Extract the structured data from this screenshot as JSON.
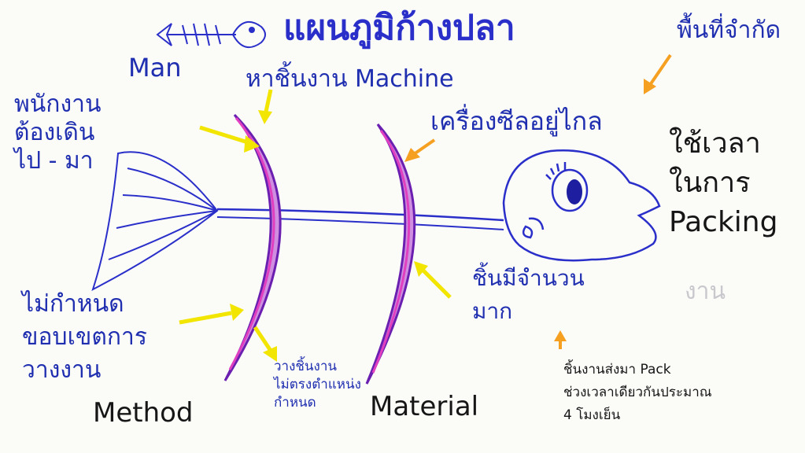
{
  "title": "แผนภูมิก้างปลา",
  "categories": {
    "man": {
      "label": "Man",
      "note_lines": [
        "พนักงาน",
        "ต้องเดิน",
        "ไป - มา"
      ]
    },
    "machine": {
      "label": "หาชิ้นงาน Machine",
      "note": "เครื่องซีลอยู่ไกล"
    },
    "method": {
      "label": "Method",
      "note_lines": [
        "ไม่กำหนด",
        "ขอบเขตการ",
        "วางงาน"
      ]
    },
    "material": {
      "label": "Material",
      "note_lines": [
        "ชิ้นมีจำนวน",
        "มาก"
      ]
    }
  },
  "area_note": "พื้นที่จำกัด",
  "problem_lines": [
    "ใช้เวลา",
    "ในการ",
    "Packing"
  ],
  "faded_text": "งาน",
  "place_note_lines": [
    "วางชิ้นงาน",
    "ไม่ตรงตำแหน่ง",
    "กำหนด"
  ],
  "pack_note_lines": [
    "ชิ้นงานส่งมา Pack",
    "ช่วงเวลาเดียวกันประมาณ",
    "4 โมงเย็น"
  ],
  "colors": {
    "ink_blue": "#1f2fb0",
    "bone_purple": "#7a1fb0",
    "bone_pink": "#e040c0",
    "arrow_yellow": "#f2e500",
    "arrow_orange": "#f5a020"
  },
  "icons": [
    "fish-skeleton-icon",
    "fish-head-icon",
    "fish-tail-icon"
  ]
}
